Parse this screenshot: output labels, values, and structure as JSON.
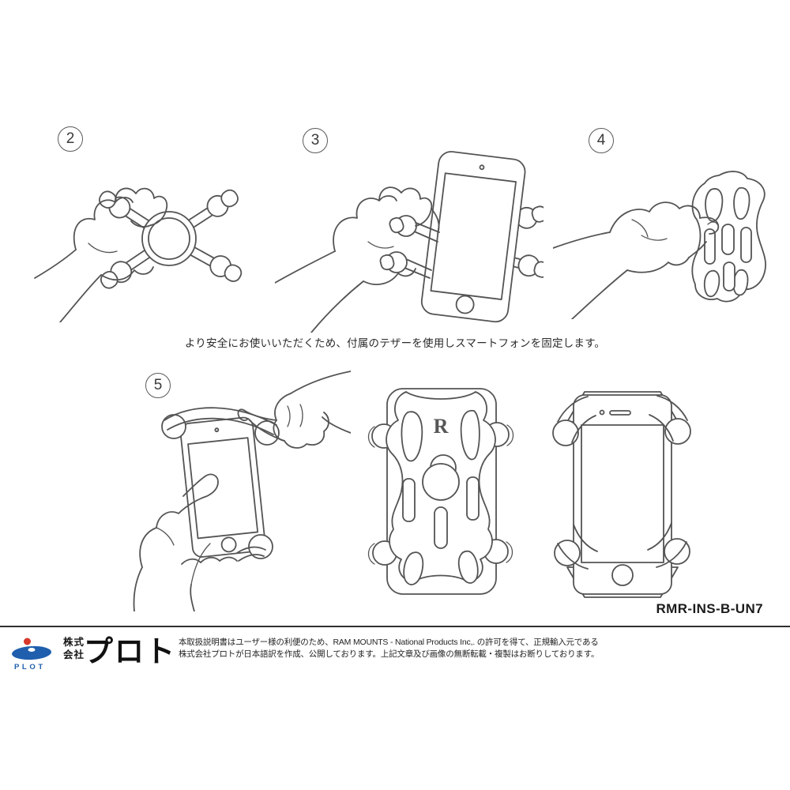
{
  "caption": "より安全にお使いいただくため、付属のテザーを使用しスマートフォンを固定します。",
  "product_code": "RMR-INS-B-UN7",
  "steps": [
    {
      "number": "2",
      "illustration": "hand-pinching-x-grip-icon"
    },
    {
      "number": "3",
      "illustration": "x-grip-behind-smartphone-icon"
    },
    {
      "number": "4",
      "illustration": "hand-holding-rubber-tether-icon"
    },
    {
      "number": "5",
      "illustration": "hands-stretching-tether-over-phone-icon"
    }
  ],
  "result_views": {
    "back_view": {
      "illustration": "phone-back-with-tether-and-ball-icon",
      "logo_letter": "R"
    },
    "front_view": {
      "illustration": "phone-front-secured-in-grip-icon"
    }
  },
  "footer": {
    "logo": {
      "brand": "PLOT",
      "company_prefix_lines": [
        "株式",
        "会社"
      ],
      "company_name": "プロト",
      "ellipse_color": "#1f5fad",
      "dot_color": "#d8392b"
    },
    "lines": [
      "本取扱説明書はユーザー様の利便のため、RAM MOUNTS - National Products Inc,. の許可を得て、正規輸入元である",
      "株式会社プロトが日本語訳を作成、公開しております。上記文章及び画像の無断転載・複製はお断りしております。"
    ]
  },
  "colors": {
    "line": "#545454",
    "text": "#232323"
  }
}
